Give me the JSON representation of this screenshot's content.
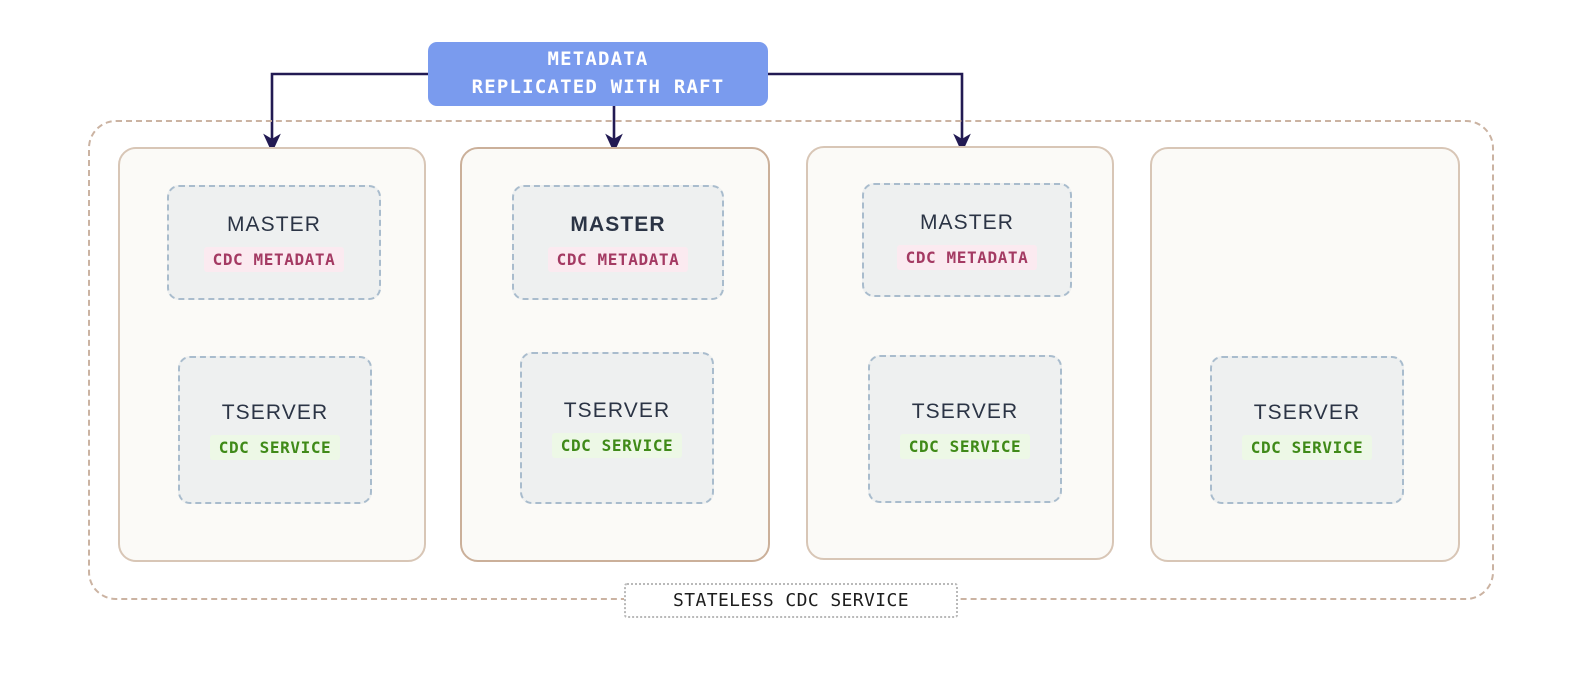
{
  "diagram": {
    "metadata_banner": {
      "line1": "METADATA",
      "line2": "REPLICATED WITH RAFT",
      "color": "#7a9bee"
    },
    "cluster": {
      "caption": "STATELESS CDC SERVICE",
      "border_color": "#cbb3a2"
    },
    "labels": {
      "master": "MASTER",
      "tserver": "TSERVER",
      "cdc_metadata": "CDC METADATA",
      "cdc_service": "CDC SERVICE"
    },
    "colors": {
      "node_fill": "#fbfaf7",
      "node_border": "#d8c6b6",
      "proc_fill": "#eef0f0",
      "proc_border": "#a9bccd",
      "metadata_tag": "#a43a63",
      "service_tag": "#3f8a18",
      "arrow": "#221a53"
    },
    "nodes": [
      {
        "id": "node-1",
        "has_master": true,
        "master_bold": false,
        "has_tserver": true,
        "master_label": "MASTER",
        "master_tag": "CDC METADATA",
        "tserver_label": "TSERVER",
        "tserver_tag": "CDC SERVICE",
        "receives_metadata_arrow": true
      },
      {
        "id": "node-2",
        "has_master": true,
        "master_bold": true,
        "has_tserver": true,
        "master_label": "MASTER",
        "master_tag": "CDC METADATA",
        "tserver_label": "TSERVER",
        "tserver_tag": "CDC SERVICE",
        "receives_metadata_arrow": true
      },
      {
        "id": "node-3",
        "has_master": true,
        "master_bold": false,
        "has_tserver": true,
        "master_label": "MASTER",
        "master_tag": "CDC METADATA",
        "tserver_label": "TSERVER",
        "tserver_tag": "CDC SERVICE",
        "receives_metadata_arrow": true
      },
      {
        "id": "node-4",
        "has_master": false,
        "master_bold": false,
        "has_tserver": true,
        "master_label": "",
        "master_tag": "",
        "tserver_label": "TSERVER",
        "tserver_tag": "CDC SERVICE",
        "receives_metadata_arrow": false
      }
    ]
  }
}
